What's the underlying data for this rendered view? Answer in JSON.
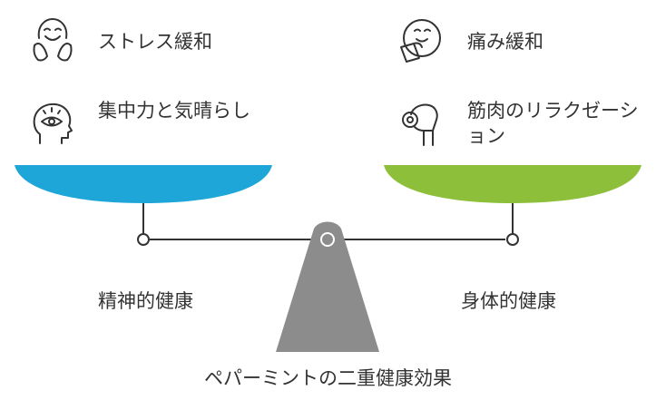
{
  "title": "ペパーミントの二重健康効果",
  "left_side": {
    "label": "精神的健康",
    "color": "#1ea6d9",
    "benefits": [
      {
        "icon": "smiling-face-icon",
        "label": "ストレス緩和"
      },
      {
        "icon": "head-eye-icon",
        "label": "集中力と気晴らし"
      }
    ]
  },
  "right_side": {
    "label": "身体的健康",
    "color": "#8dbf3b",
    "benefits": [
      {
        "icon": "face-with-compress-icon",
        "label": "痛み緩和"
      },
      {
        "icon": "flexing-hand-icon",
        "label": "筋肉のリラクゼーション"
      }
    ]
  },
  "colors": {
    "fulcrum": "#8c8c8c",
    "beam": "#333333",
    "text": "#333333"
  }
}
